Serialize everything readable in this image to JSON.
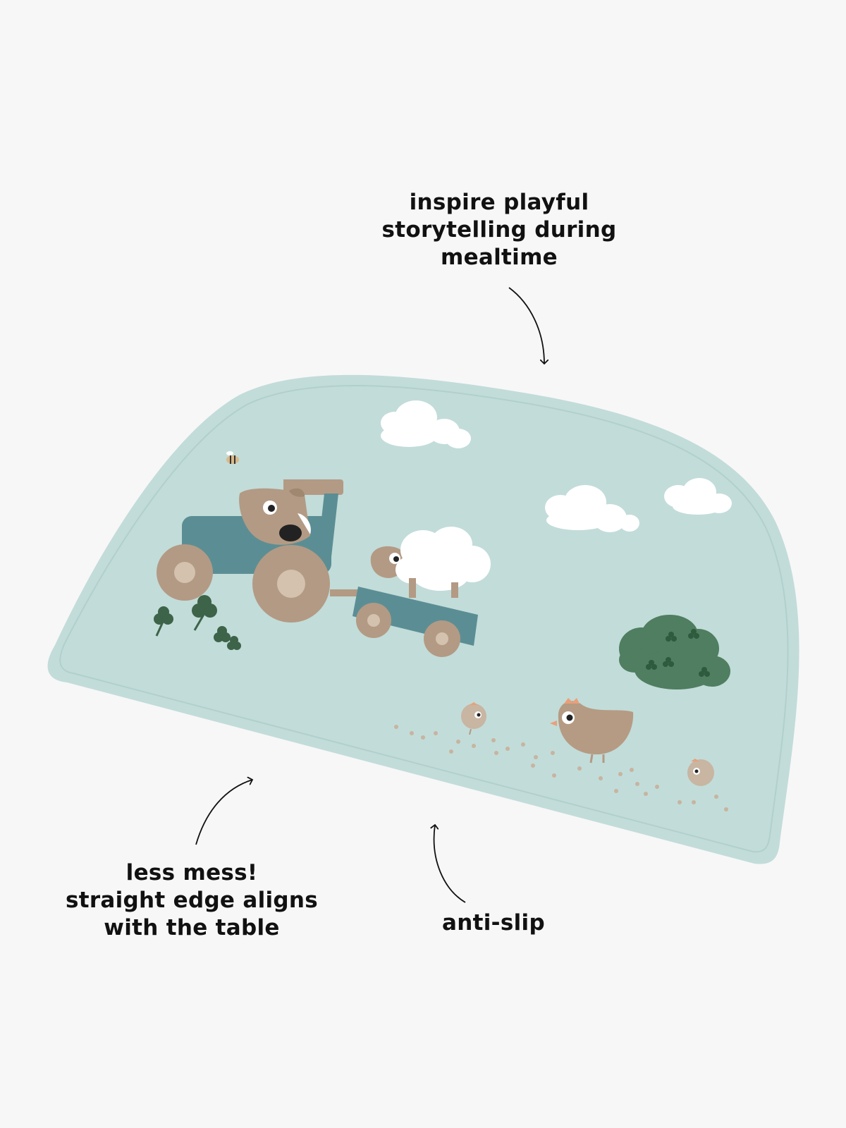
{
  "callouts": {
    "storytelling": {
      "lines": [
        "inspire playful",
        "storytelling during",
        "mealtime"
      ]
    },
    "less_mess": {
      "lines": [
        "less mess!",
        "straight edge aligns",
        "with the table"
      ]
    },
    "anti_slip": {
      "lines": [
        "anti-slip"
      ]
    }
  },
  "colors": {
    "background": "#f7f7f7",
    "mat": "#c2dcd9",
    "mat_edge": "#aecdca",
    "tractor_blue": "#5b8e94",
    "wheel_brown": "#b39a84",
    "hen_brown": "#b59b83",
    "bush_green": "#4f7e60",
    "clover_green": "#3d6349",
    "cloud_white": "#ffffff",
    "text": "#111111"
  }
}
